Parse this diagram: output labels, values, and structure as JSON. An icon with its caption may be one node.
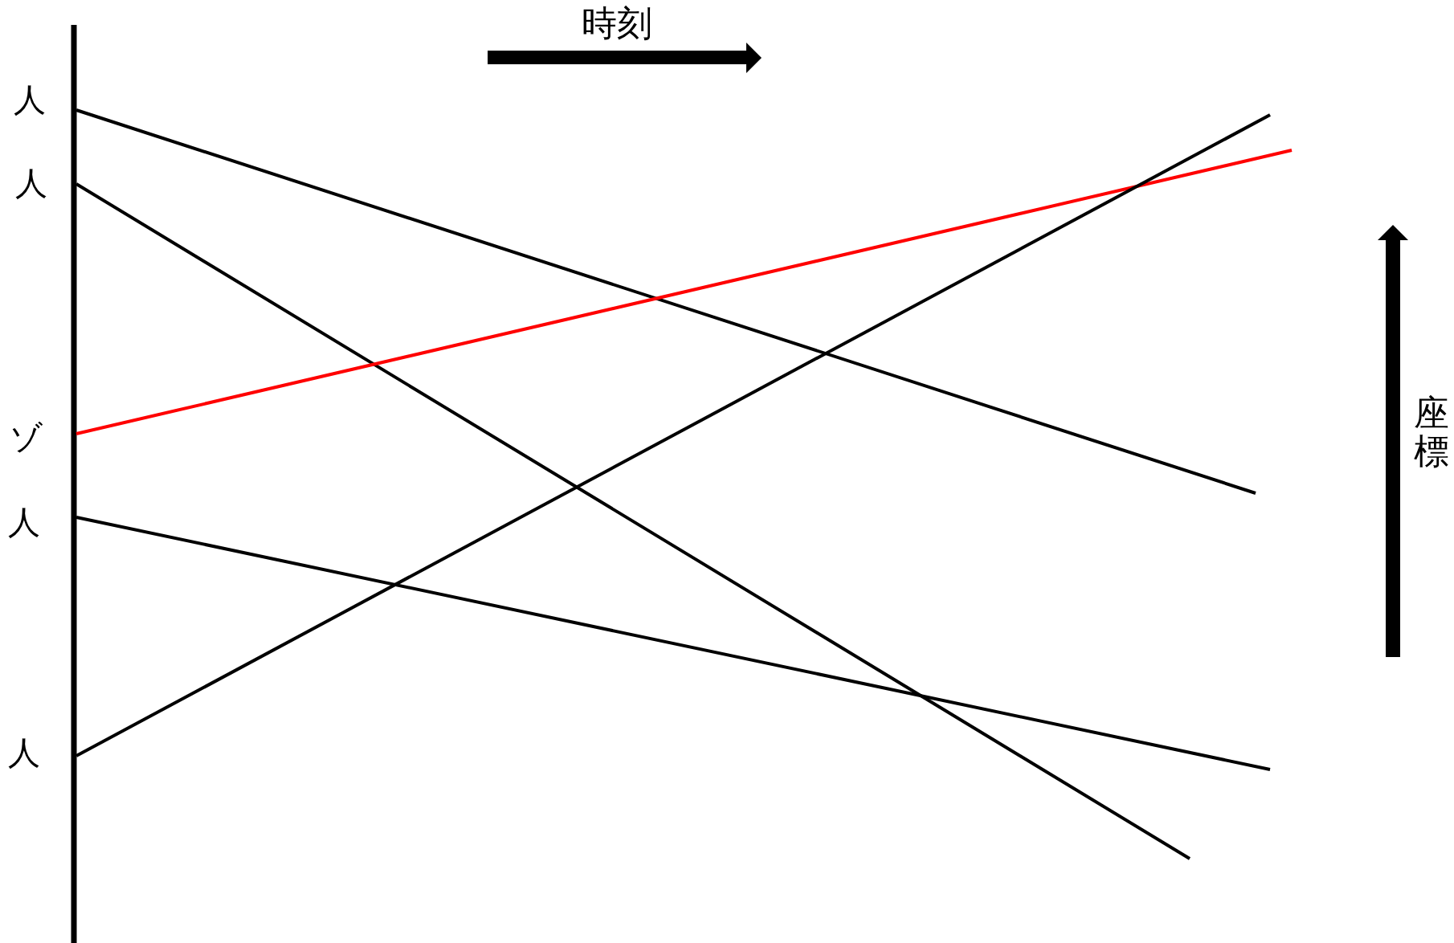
{
  "diagram": {
    "nodes": [
      {
        "text": [
          "人"
        ]
      },
      {
        "text": [
          "人"
        ]
      },
      {
        "text": [
          "ゾ"
        ]
      },
      {
        "text": [
          "人"
        ]
      },
      {
        "text": [
          "人"
        ]
      }
    ],
    "edges": [
      {
        "from": 0,
        "to": null,
        "arrow": "none"
      },
      {
        "from": 1,
        "to": null,
        "arrow": "none"
      },
      {
        "from": 2,
        "to": null,
        "arrow": "none",
        "color": "#ff0000"
      },
      {
        "from": 3,
        "to": null,
        "arrow": "none"
      },
      {
        "from": 4,
        "to": null,
        "arrow": "none"
      }
    ],
    "labels": [
      "時刻",
      "座標"
    ]
  }
}
